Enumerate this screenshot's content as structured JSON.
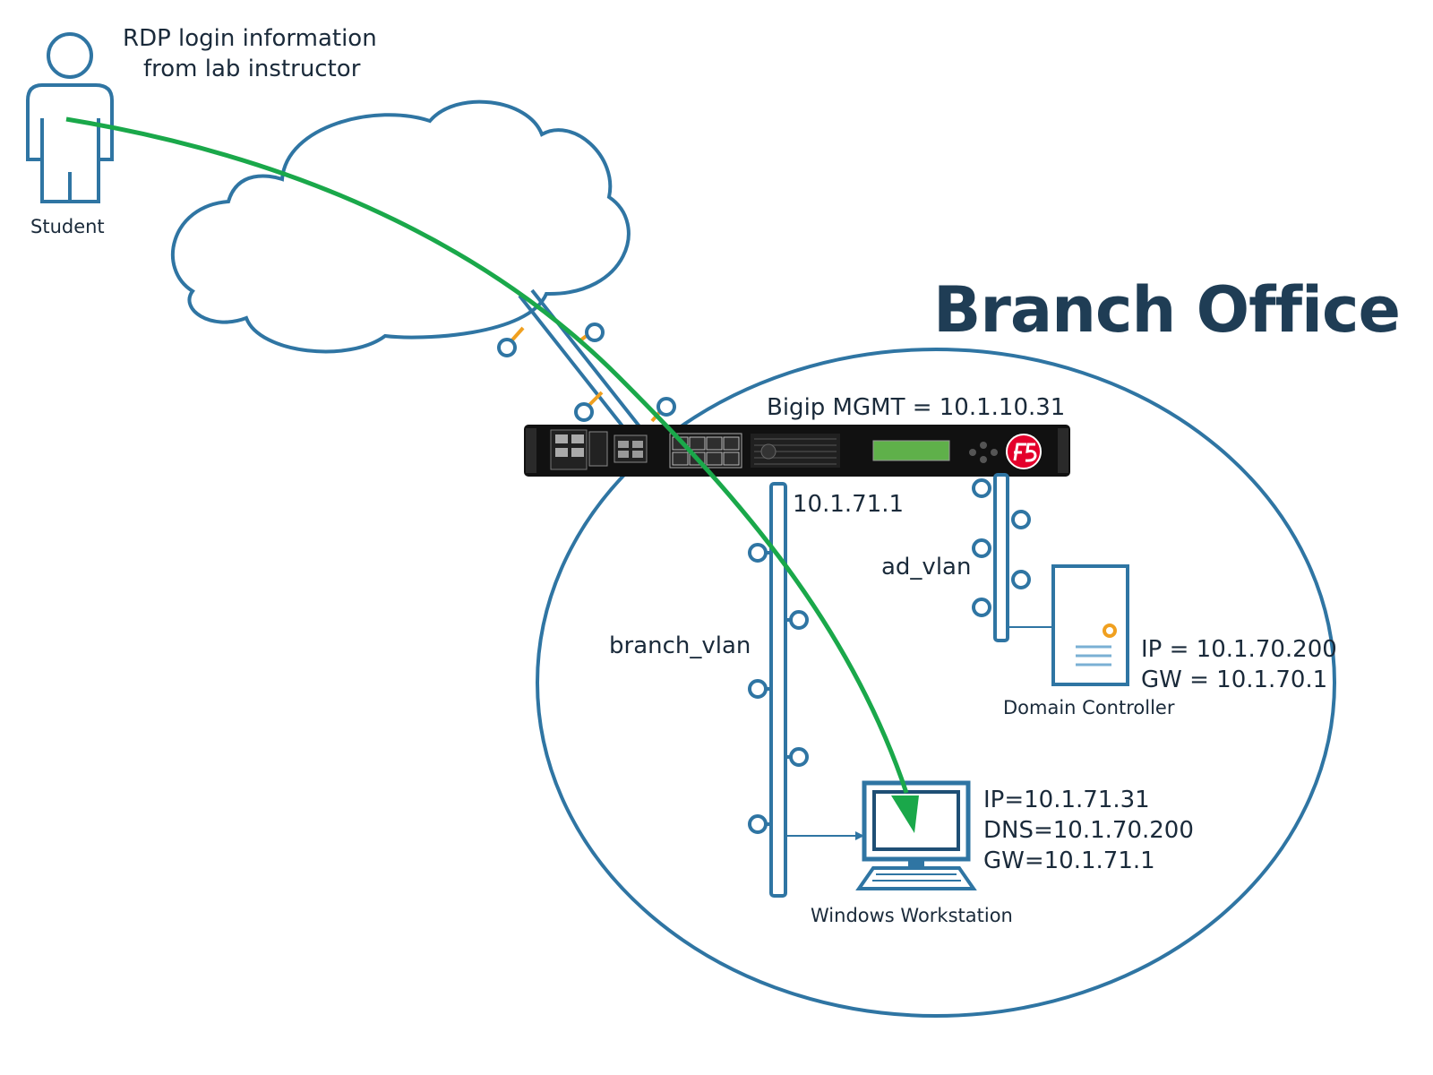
{
  "header": {
    "title": "Branch Office"
  },
  "student": {
    "label": "Student",
    "note_line1": "RDP login information",
    "note_line2": "from lab instructor"
  },
  "bigip": {
    "mgmt_label": "Bigip MGMT = 10.1.10.31",
    "branch_self_ip": "10.1.71.1"
  },
  "vlans": {
    "branch": "branch_vlan",
    "ad": "ad_vlan"
  },
  "domain_controller": {
    "label": "Domain Controller",
    "ip": "IP = 10.1.70.200",
    "gw": "GW = 10.1.70.1"
  },
  "workstation": {
    "label": "Windows Workstation",
    "ip": "IP=10.1.71.31",
    "dns": "DNS=10.1.70.200",
    "gw": "GW=10.1.71.1"
  },
  "colors": {
    "line_blue": "#2f75a3",
    "flow_green": "#1aa84a",
    "accent_orange": "#f0a020",
    "text_dark": "#1a2a3a"
  }
}
